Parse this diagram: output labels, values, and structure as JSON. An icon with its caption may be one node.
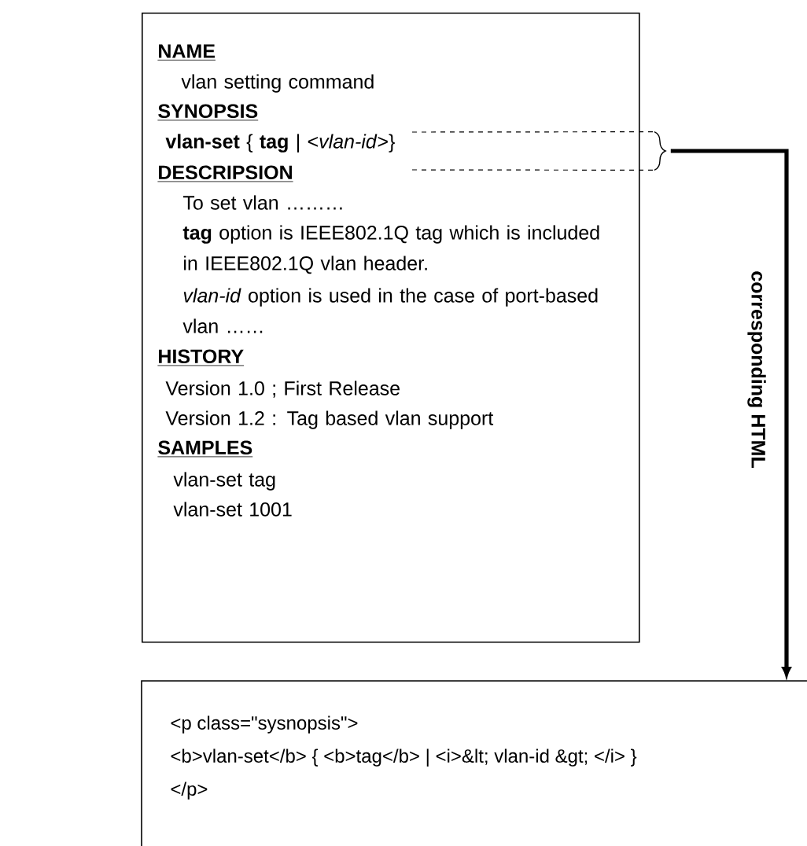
{
  "diagram": {
    "nodes": [
      {
        "text": [
          "NAME",
          "vlan setting command",
          "SYNOPSIS",
          "**vlan-set** { **tag** | <*vlan-id*>}",
          "DESCRIPSION",
          "To set vlan ………",
          "**tag** option is IEEE802.1Q tag which is included in IEEE802.1Q vlan header.",
          "*vlan-id* option is used in the case of port-based vlan ……",
          "HISTORY",
          "Version 1.0 ; First Release",
          "Version 1.2 : Tag based vlan support",
          "SAMPLES",
          "vlan-set tag",
          "vlan-set 1001"
        ]
      },
      {
        "text": [
          "<p class=\"sysnopsis\">",
          "<b>vlan-set</b> { <b>tag</b> | <i>&lt; vlan-id &gt; </i> }",
          "</p>"
        ]
      },
      {
        "text": [],
        "shape": "brace"
      }
    ],
    "edges": [
      {
        "from": 2,
        "to": 1,
        "arrow": "to",
        "label": "corresponding HTML",
        "style": "thick"
      },
      {
        "from": 0,
        "to": 2,
        "arrow": "none",
        "style": "dashed"
      },
      {
        "from": 0,
        "to": 2,
        "arrow": "none",
        "style": "dashed"
      }
    ]
  }
}
